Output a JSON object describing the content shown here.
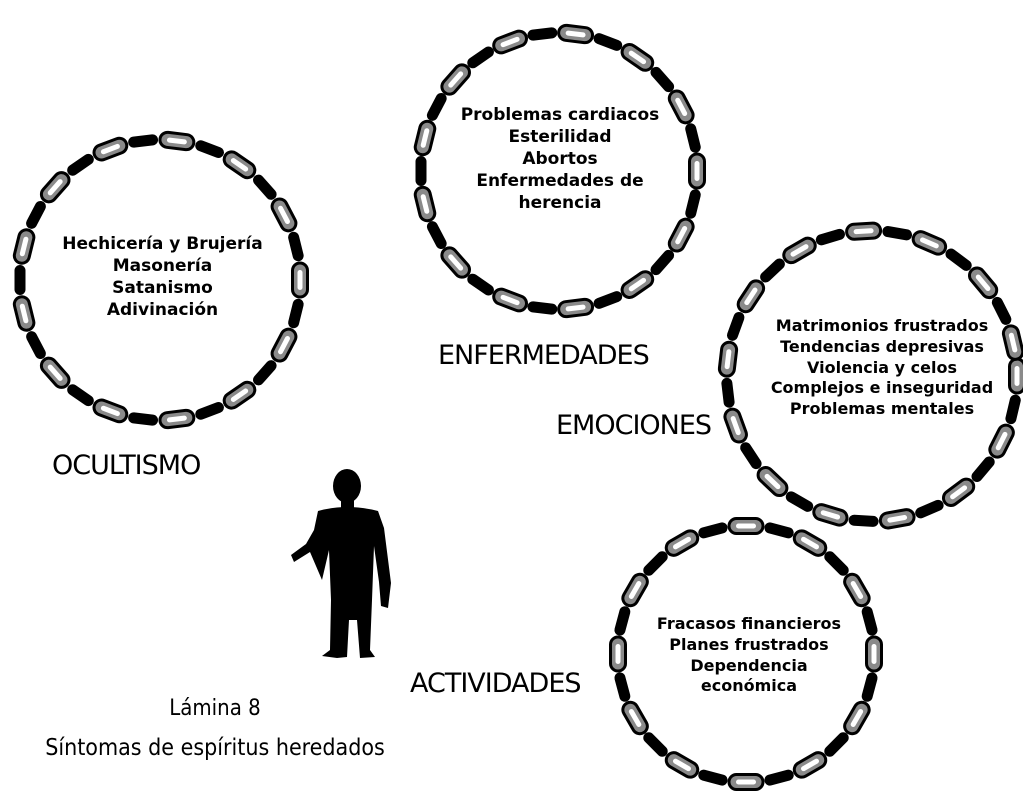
{
  "groups": {
    "ocultismo": {
      "label": "OCULTISMO",
      "items": [
        "Hechicería y Brujería",
        "Masonería",
        "Satanismo",
        "Adivinación"
      ]
    },
    "enfermedades": {
      "label": "ENFERMEDADES",
      "items": [
        "Problemas cardiacos",
        "Esterilidad",
        "Abortos",
        "Enfermedades de",
        "herencia"
      ]
    },
    "emociones": {
      "label": "EMOCIONES",
      "items": [
        "Matrimonios frustrados",
        "Tendencias depresivas",
        "Violencia y celos",
        "Complejos e inseguridad",
        "Problemas mentales"
      ]
    },
    "actividades": {
      "label": "ACTIVIDADES",
      "items": [
        "Fracasos financieros",
        "Planes frustrados",
        "Dependencia",
        "económica"
      ]
    }
  },
  "caption": {
    "line1": "Lámina 8",
    "line2": "Síntomas de espíritus heredados"
  },
  "colors": {
    "ink": "#000000",
    "chain_fill": "#8a8a8a",
    "background": "#ffffff"
  },
  "icons": {
    "figure": "human-silhouette-icon",
    "chain": "chain-ring-icon"
  }
}
